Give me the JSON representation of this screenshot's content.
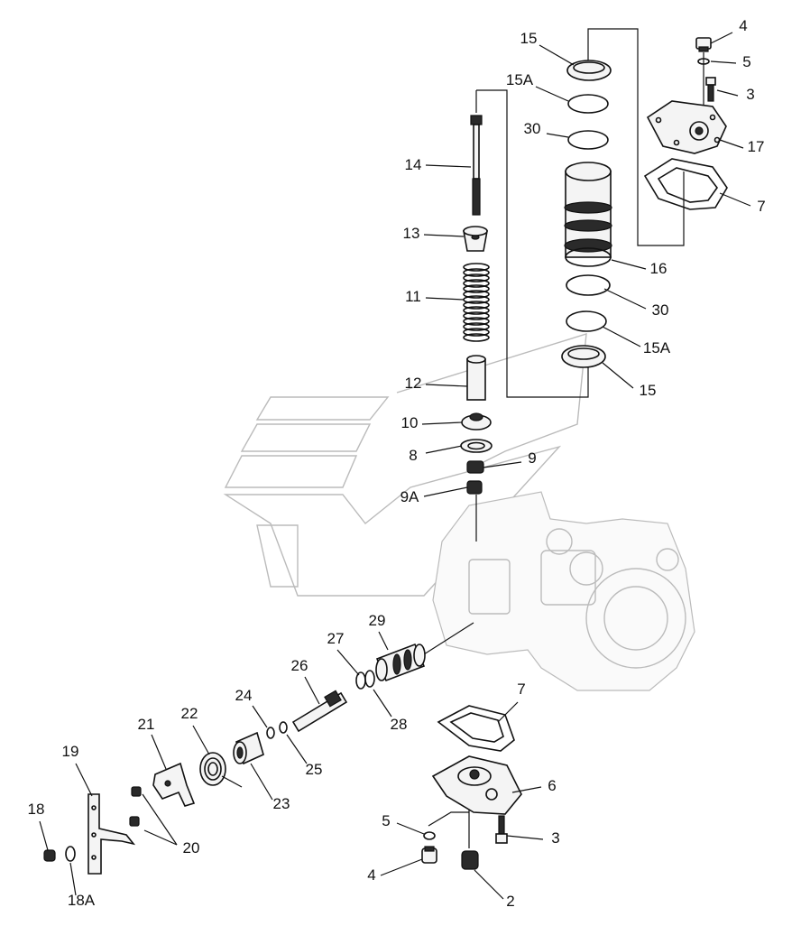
{
  "callouts": [
    {
      "label": "15"
    },
    {
      "label": "4"
    },
    {
      "label": "5"
    },
    {
      "label": "15A"
    },
    {
      "label": "3"
    },
    {
      "label": "30"
    },
    {
      "label": "17"
    },
    {
      "label": "14"
    },
    {
      "label": "7"
    },
    {
      "label": "13"
    },
    {
      "label": "16"
    },
    {
      "label": "11"
    },
    {
      "label": "30"
    },
    {
      "label": "15A"
    },
    {
      "label": "12"
    },
    {
      "label": "15"
    },
    {
      "label": "10"
    },
    {
      "label": "8"
    },
    {
      "label": "9"
    },
    {
      "label": "9A"
    },
    {
      "label": "29"
    },
    {
      "label": "27"
    },
    {
      "label": "26"
    },
    {
      "label": "7"
    },
    {
      "label": "24"
    },
    {
      "label": "28"
    },
    {
      "label": "21"
    },
    {
      "label": "22"
    },
    {
      "label": "25"
    },
    {
      "label": "19"
    },
    {
      "label": "23"
    },
    {
      "label": "6"
    },
    {
      "label": "18"
    },
    {
      "label": "20"
    },
    {
      "label": "5"
    },
    {
      "label": "3"
    },
    {
      "label": "4"
    },
    {
      "label": "18A"
    },
    {
      "label": "2"
    }
  ]
}
